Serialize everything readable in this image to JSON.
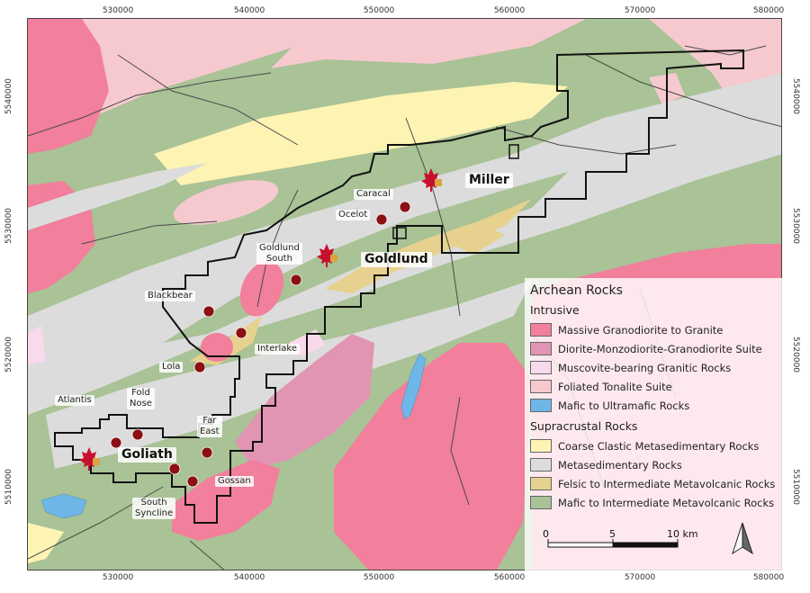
{
  "axes": {
    "x_ticks": [
      "530000",
      "540000",
      "550000",
      "560000",
      "570000",
      "580000"
    ],
    "y_ticks": [
      "5510000",
      "5520000",
      "5530000",
      "5540000"
    ]
  },
  "colors": {
    "massive_granodiorite": "#f27f9b",
    "diorite_monzodiorite": "#e295b2",
    "muscovite_granitic": "#f9d9ec",
    "foliated_tonalite": "#f6c9cf",
    "mafic_ultramafic": "#6fb6e8",
    "coarse_clastic": "#fdf4b3",
    "metasedimentary": "#dcdcdc",
    "felsic_intermediate": "#e6d28e",
    "mafic_intermediate": "#a9c296",
    "property_outline": "#111111",
    "deposit_marker": "#8b0f13",
    "maple_leaf": "#c8102e",
    "maple_accent": "#d9a441"
  },
  "deposits": {
    "miller": "Miller",
    "goldlund": "Goldlund",
    "goliath": "Goliath"
  },
  "prospects": {
    "caracal": "Caracal",
    "ocelot": "Ocelot",
    "goldlund_south": "Goldlund\nSouth",
    "blackbear": "Blackbear",
    "interlake": "Interlake",
    "lola": "Lola",
    "atlantis": "Atlantis",
    "fold_nose": "Fold\nNose",
    "far_east": "Far\nEast",
    "gossan": "Gossan",
    "south_syncline": "South\nSyncline"
  },
  "legend": {
    "title": "Archean Rocks",
    "intrusive_heading": "Intrusive",
    "intrusive": [
      {
        "label": "Massive Granodiorite to Granite",
        "color": "#f27f9b"
      },
      {
        "label": "Diorite-Monzodiorite-Granodiorite Suite",
        "color": "#e295b2"
      },
      {
        "label": "Muscovite-bearing Granitic Rocks",
        "color": "#f9d9ec"
      },
      {
        "label": "Foliated Tonalite Suite",
        "color": "#f6c9cf"
      },
      {
        "label": "Mafic to Ultramafic Rocks",
        "color": "#6fb6e8"
      }
    ],
    "supracrustal_heading": "Supracrustal Rocks",
    "supracrustal": [
      {
        "label": "Coarse Clastic Metasedimentary Rocks",
        "color": "#fdf4b3"
      },
      {
        "label": "Metasedimentary Rocks",
        "color": "#dcdcdc"
      },
      {
        "label": "Felsic to Intermediate Metavolcanic Rocks",
        "color": "#e6d28e"
      },
      {
        "label": "Mafic to Intermediate Metavolcanic Rocks",
        "color": "#a9c296"
      }
    ]
  },
  "scale_bar": {
    "label_0": "0",
    "label_5": "5",
    "label_10": "10 km"
  },
  "north_arrow": {
    "icon": "north-arrow-icon"
  }
}
